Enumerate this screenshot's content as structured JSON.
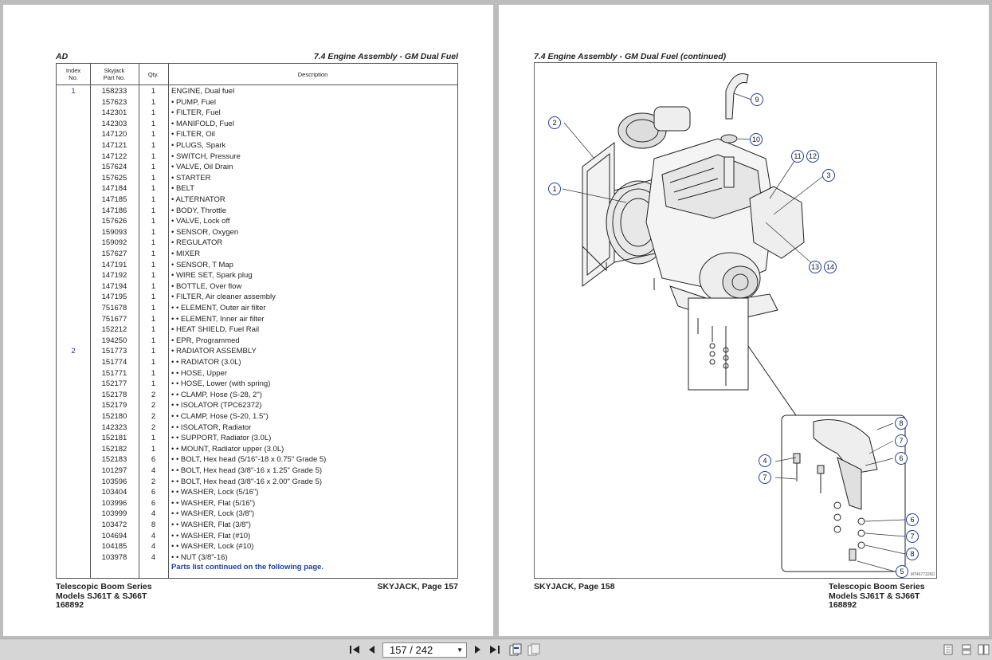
{
  "left_page": {
    "header_left": "AD",
    "header_right": "7.4  Engine Assembly - GM Dual Fuel",
    "table": {
      "headers": {
        "index": [
          "Index",
          "No."
        ],
        "part": [
          "Skyjack",
          "Part No."
        ],
        "qty": "Qty.",
        "desc": "Description"
      },
      "rows": [
        {
          "index": "1",
          "part": "158233",
          "qty": "1",
          "desc": "ENGINE, Dual fuel"
        },
        {
          "index": "",
          "part": "157623",
          "qty": "1",
          "desc": "•   PUMP, Fuel"
        },
        {
          "index": "",
          "part": "142301",
          "qty": "1",
          "desc": "•   FILTER, Fuel"
        },
        {
          "index": "",
          "part": "142303",
          "qty": "1",
          "desc": "•   MANIFOLD, Fuel"
        },
        {
          "index": "",
          "part": "147120",
          "qty": "1",
          "desc": "•   FILTER, Oil"
        },
        {
          "index": "",
          "part": "147121",
          "qty": "1",
          "desc": "•   PLUGS, Spark"
        },
        {
          "index": "",
          "part": "147122",
          "qty": "1",
          "desc": "•   SWITCH, Pressure"
        },
        {
          "index": "",
          "part": "157624",
          "qty": "1",
          "desc": "•   VALVE, Oil Drain"
        },
        {
          "index": "",
          "part": "157625",
          "qty": "1",
          "desc": "•   STARTER"
        },
        {
          "index": "",
          "part": "147184",
          "qty": "1",
          "desc": "•   BELT"
        },
        {
          "index": "",
          "part": "147185",
          "qty": "1",
          "desc": "•   ALTERNATOR"
        },
        {
          "index": "",
          "part": "147186",
          "qty": "1",
          "desc": "•   BODY, Throttle"
        },
        {
          "index": "",
          "part": "157626",
          "qty": "1",
          "desc": "•   VALVE, Lock off"
        },
        {
          "index": "",
          "part": "159093",
          "qty": "1",
          "desc": "•   SENSOR, Oxygen"
        },
        {
          "index": "",
          "part": "159092",
          "qty": "1",
          "desc": "•   REGULATOR"
        },
        {
          "index": "",
          "part": "157627",
          "qty": "1",
          "desc": "•   MIXER"
        },
        {
          "index": "",
          "part": "147191",
          "qty": "1",
          "desc": "•   SENSOR, T Map"
        },
        {
          "index": "",
          "part": "147192",
          "qty": "1",
          "desc": "•   WIRE SET, Spark plug"
        },
        {
          "index": "",
          "part": "147194",
          "qty": "1",
          "desc": "•   BOTTLE, Over flow"
        },
        {
          "index": "",
          "part": "147195",
          "qty": "1",
          "desc": "•   FILTER, Air cleaner assembly"
        },
        {
          "index": "",
          "part": "751678",
          "qty": "1",
          "desc": "•   •   ELEMENT, Outer air filter"
        },
        {
          "index": "",
          "part": "751677",
          "qty": "1",
          "desc": "•   •   ELEMENT, Inner air filter"
        },
        {
          "index": "",
          "part": "152212",
          "qty": "1",
          "desc": "•   HEAT SHIELD, Fuel Rail"
        },
        {
          "index": "",
          "part": "194250",
          "qty": "1",
          "desc": "•   EPR, Programmed"
        },
        {
          "index": "2",
          "part": "151773",
          "qty": "1",
          "desc": "•   RADIATOR ASSEMBLY"
        },
        {
          "index": "",
          "part": "151774",
          "qty": "1",
          "desc": "•   •  RADIATOR (3.0L)"
        },
        {
          "index": "",
          "part": "151771",
          "qty": "1",
          "desc": "•   •  HOSE, Upper"
        },
        {
          "index": "",
          "part": "152177",
          "qty": "1",
          "desc": "•   •  HOSE, Lower (with spring)"
        },
        {
          "index": "",
          "part": "152178",
          "qty": "2",
          "desc": "•   •  CLAMP, Hose (S-28, 2\")"
        },
        {
          "index": "",
          "part": "152179",
          "qty": "2",
          "desc": "•   •  ISOLATOR (TPC62372)"
        },
        {
          "index": "",
          "part": "152180",
          "qty": "2",
          "desc": "•   •  CLAMP, Hose (S-20, 1.5\")"
        },
        {
          "index": "",
          "part": "142323",
          "qty": "2",
          "desc": "•   •  ISOLATOR, Radiator"
        },
        {
          "index": "",
          "part": "152181",
          "qty": "1",
          "desc": "•   •  SUPPORT, Radiator (3.0L)"
        },
        {
          "index": "",
          "part": "152182",
          "qty": "1",
          "desc": "•   •  MOUNT, Radiator upper (3.0L)"
        },
        {
          "index": "",
          "part": "152183",
          "qty": "6",
          "desc": "•   •  BOLT, Hex head (5/16\"-18 x 0.75\" Grade 5)"
        },
        {
          "index": "",
          "part": "101297",
          "qty": "4",
          "desc": "•   •  BOLT, Hex head (3/8\"-16 x 1.25\" Grade 5)"
        },
        {
          "index": "",
          "part": "103596",
          "qty": "2",
          "desc": "•   •  BOLT, Hex head (3/8\"-16 x 2.00\" Grade 5)"
        },
        {
          "index": "",
          "part": "103404",
          "qty": "6",
          "desc": "•   •  WASHER, Lock (5/16\")"
        },
        {
          "index": "",
          "part": "103996",
          "qty": "6",
          "desc": "•   •  WASHER, Flat (5/16\")"
        },
        {
          "index": "",
          "part": "103999",
          "qty": "4",
          "desc": "•   •  WASHER, Lock (3/8\")"
        },
        {
          "index": "",
          "part": "103472",
          "qty": "8",
          "desc": "•   •  WASHER, Flat (3/8\")"
        },
        {
          "index": "",
          "part": "104694",
          "qty": "4",
          "desc": "•   •  WASHER, Flat (#10)"
        },
        {
          "index": "",
          "part": "104185",
          "qty": "4",
          "desc": "•   •  WASHER, Lock (#10)"
        },
        {
          "index": "",
          "part": "103978",
          "qty": "4",
          "desc": "•   •  NUT (3/8\"-16)"
        }
      ],
      "continued_note": "Parts list continued on the following page."
    },
    "footer": {
      "line1": "Telescopic Boom Series",
      "line2": "Models SJ61T & SJ66T",
      "line3": "168892",
      "page_label": "SKYJACK, Page 157"
    }
  },
  "right_page": {
    "header": "7.4  Engine Assembly - GM Dual Fuel (continued)",
    "diagram": {
      "callouts": [
        "9",
        "2",
        "10",
        "11",
        "12",
        "3",
        "1",
        "13",
        "14",
        "8",
        "7",
        "6",
        "4",
        "7",
        "6",
        "7",
        "8",
        "5"
      ],
      "drawing_code": "MT4677326D"
    },
    "footer": {
      "page_label": "SKYJACK, Page 158",
      "line1": "Telescopic Boom Series",
      "line2": "Models SJ61T & SJ66T",
      "line3": "168892"
    }
  },
  "toolbar": {
    "page_indicator": "157 / 242",
    "icons": [
      "first-page-icon",
      "prev-page-icon",
      "next-page-icon",
      "last-page-icon",
      "go-back-icon",
      "go-forward-icon",
      "single-page-view-icon",
      "continuous-view-icon",
      "two-page-view-icon"
    ]
  },
  "colors": {
    "accent": "#1a3fa8",
    "viewer_background": "#bdbdbd",
    "toolbar": "#d6d6d6"
  }
}
